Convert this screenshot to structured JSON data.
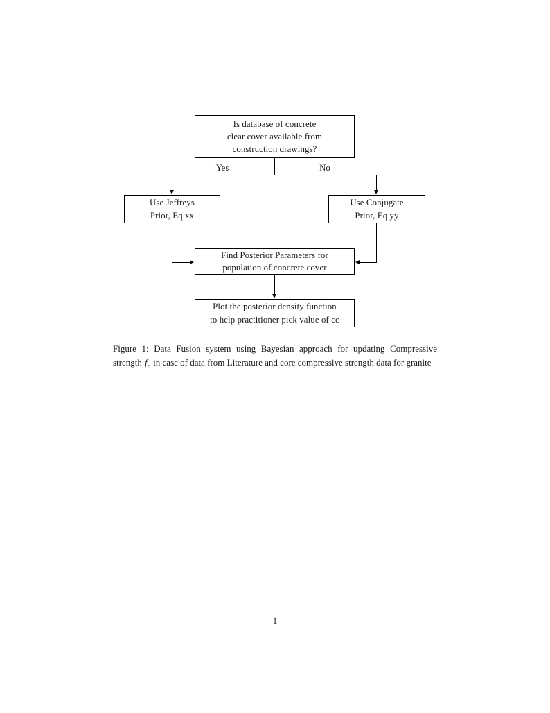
{
  "document": {
    "background_color": "#ffffff",
    "text_color": "#1a1a1a",
    "line_color": "#000000",
    "page_number": "1"
  },
  "flowchart": {
    "nodes": [
      {
        "id": "question",
        "lines": [
          "Is database of concrete",
          "clear cover available from",
          "construction drawings?"
        ]
      },
      {
        "id": "jeffreys",
        "lines": [
          "Use Jeffreys",
          "Prior, Eq xx"
        ]
      },
      {
        "id": "conjugate",
        "lines": [
          "Use Conjugate",
          "Prior, Eq yy"
        ]
      },
      {
        "id": "posterior",
        "lines": [
          "Find Posterior Parameters for",
          "population of concrete cover"
        ]
      },
      {
        "id": "plot",
        "lines": [
          "Plot the posterior density function",
          "to help practitioner pick value of cc"
        ]
      }
    ],
    "branch_labels": {
      "yes": "Yes",
      "no": "No"
    }
  },
  "caption": {
    "prefix": "Figure 1:",
    "part1": " Data Fusion system using Bayesian approach for updating Compressive strength ",
    "math_symbol": "f",
    "math_subscript": "c",
    "part2": " in case of data from Literature and core compressive strength data for granite",
    "full_text": "Figure 1: Data Fusion system using Bayesian approach for updating Compressive strength f_c in case of data from Literature and core compressive strength data for granite"
  }
}
